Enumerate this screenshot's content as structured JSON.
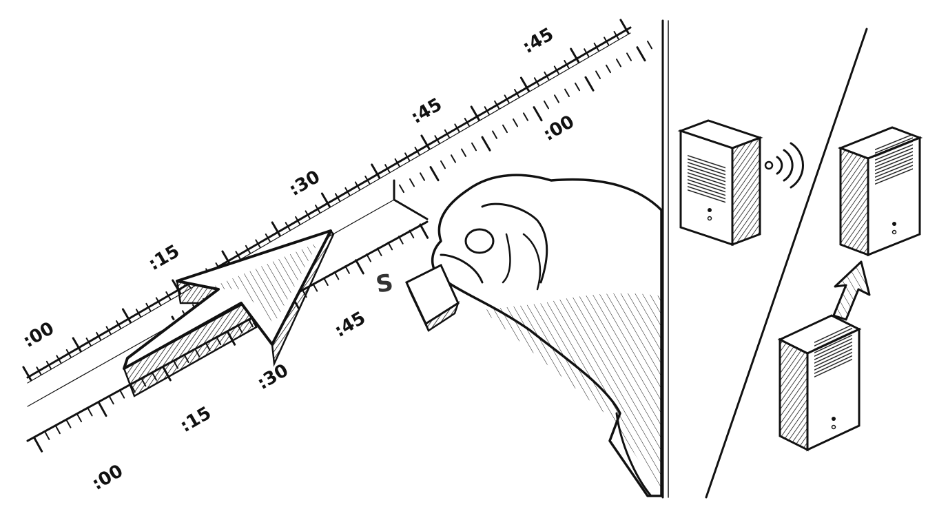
{
  "scene": {
    "ink_color": "#111111",
    "paper_color": "#ffffff"
  },
  "upper_timeline": {
    "labels": [
      ":00",
      ":15",
      ":30",
      ":45",
      ":00",
      ":45"
    ]
  },
  "lower_timeline": {
    "labels": [
      ":00",
      ":15",
      ":30",
      ":45"
    ]
  },
  "cursor": {
    "icon": "arrow-cursor-icon"
  },
  "stamp": {
    "icon": "rubber-stamp-icon",
    "imprint": "S"
  },
  "servers": [
    {
      "icon": "server-tower-icon",
      "signal": "wireless-signal-icon"
    },
    {
      "icon": "server-tower-icon"
    },
    {
      "icon": "server-tower-icon",
      "link": "up-arrow-icon"
    }
  ]
}
